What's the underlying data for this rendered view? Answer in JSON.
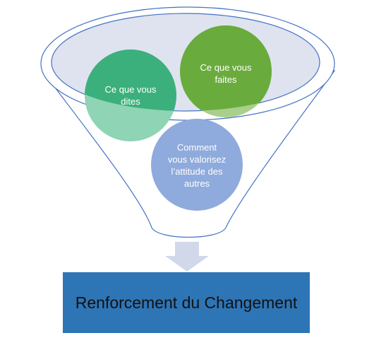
{
  "colors": {
    "funnel_fill": "#ffffff",
    "funnel_stroke": "#4472c4",
    "funnel_top_fill": "#dfe3ef",
    "green_teal": "#3cb07c",
    "green_teal_light": "#8fd4b4",
    "green_olive": "#6aab3e",
    "green_olive_light": "#a9cf8c",
    "blue_circle": "#8faadc",
    "arrow": "#d0d8ea",
    "result_box": "#2e75b6"
  },
  "circles": [
    {
      "label": "Ce que vous\ndites"
    },
    {
      "label": "Ce que vous\nfaites"
    },
    {
      "label": "Comment\nvous valorisez\nl’attitude des\nautres"
    }
  ],
  "result": {
    "label": "Renforcement du Changement"
  }
}
